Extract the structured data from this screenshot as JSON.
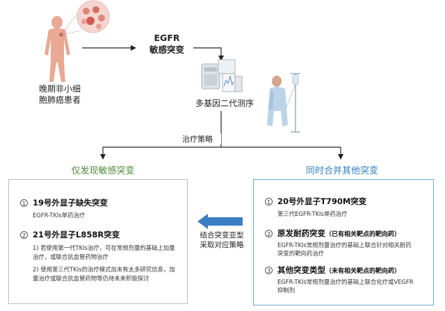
{
  "patient_label_line1": "晚期非小细",
  "patient_label_line2": "胞肺癌患者",
  "egfr_line1": "EGFR",
  "egfr_line2": "敏感突变",
  "ngs_label": "多基因二代测序",
  "treatment_strategy": "治疗策略",
  "left_branch_title": "仅发现敏感突变",
  "right_branch_title": "同时合并其他突变",
  "middle_arrow_line1": "结合突变亚型",
  "middle_arrow_line2": "采取对应策略",
  "left_box": {
    "items": [
      {
        "num": "1",
        "title": "19号外显子缺失突变",
        "desc": [
          "EGFR-TKIs单药治疗"
        ]
      },
      {
        "num": "2",
        "title": "21号外显子L858R突变",
        "desc": [
          "1) 若使用第一代TKIs治疗，可在常规剂量的基础上加量",
          "治疗，或联合抗血管药物治疗",
          "2) 使用第三代TKIs的治疗模式尚未有太多研究信息，加",
          "量治疗或联合抗血管药物等仍待未来积极探讨"
        ]
      }
    ]
  },
  "right_box": {
    "items": [
      {
        "num": "1",
        "title": "20号外显子T790M突变",
        "title_note": "",
        "desc": [
          "第三代EGFR-TKIs单药治疗"
        ]
      },
      {
        "num": "2",
        "title": "原发耐药突变",
        "title_note": "（已有相关靶点的靶向药）",
        "desc": [
          "EGFR-TKIs常规剂量治疗的基础上联合针对相关耐药",
          "突变的靶向药治疗"
        ]
      },
      {
        "num": "3",
        "title": "其他突变类型",
        "title_note": "（未有相关靶点的靶向药）",
        "desc": [
          "EGFR-TKIs常规剂量治疗的基础上联合化疗或VEGFR",
          "抑制剂"
        ]
      }
    ]
  },
  "colors": {
    "green": "#4d8a3a",
    "blue": "#2f7fc0",
    "arrow_blue": "#3a7fc4"
  }
}
